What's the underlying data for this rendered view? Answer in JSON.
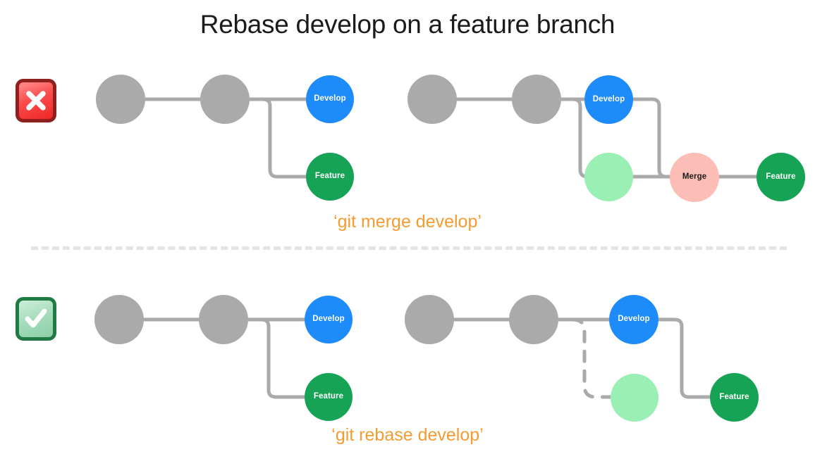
{
  "title": "Rebase develop on a feature branch",
  "colors": {
    "commit_gray": "#aaaaaa",
    "develop_blue": "#1e8bfb",
    "feature_green": "#17a355",
    "ghost_green": "#9aefb4",
    "merge_pink": "#fbbdb6",
    "edge_gray": "#aaaaaa",
    "caption_orange": "#f59b31",
    "divider_gray": "#e2e4e6",
    "bad_red": "#f02626",
    "good_green": "#1f7a43"
  },
  "sections": [
    {
      "id": "merge",
      "status_icon": "cross-mark-icon",
      "status": "bad",
      "caption": "‘git merge develop’",
      "before": {
        "nodes": [
          {
            "name": "commit-1",
            "label": ""
          },
          {
            "name": "commit-2",
            "label": ""
          },
          {
            "name": "develop",
            "label": "Develop"
          },
          {
            "name": "feature",
            "label": "Feature"
          }
        ]
      },
      "after": {
        "nodes": [
          {
            "name": "commit-1",
            "label": ""
          },
          {
            "name": "commit-2",
            "label": ""
          },
          {
            "name": "develop",
            "label": "Develop"
          },
          {
            "name": "feature-old",
            "label": ""
          },
          {
            "name": "merge",
            "label": "Merge"
          },
          {
            "name": "feature",
            "label": "Feature"
          }
        ]
      }
    },
    {
      "id": "rebase",
      "status_icon": "check-mark-icon",
      "status": "good",
      "caption": "‘git rebase develop’",
      "before": {
        "nodes": [
          {
            "name": "commit-1",
            "label": ""
          },
          {
            "name": "commit-2",
            "label": ""
          },
          {
            "name": "develop",
            "label": "Develop"
          },
          {
            "name": "feature",
            "label": "Feature"
          }
        ]
      },
      "after": {
        "nodes": [
          {
            "name": "commit-1",
            "label": ""
          },
          {
            "name": "commit-2",
            "label": ""
          },
          {
            "name": "develop",
            "label": "Develop"
          },
          {
            "name": "feature-old",
            "label": ""
          },
          {
            "name": "feature",
            "label": "Feature"
          }
        ]
      }
    }
  ],
  "labels": {
    "develop": "Develop",
    "feature": "Feature",
    "merge": "Merge"
  }
}
